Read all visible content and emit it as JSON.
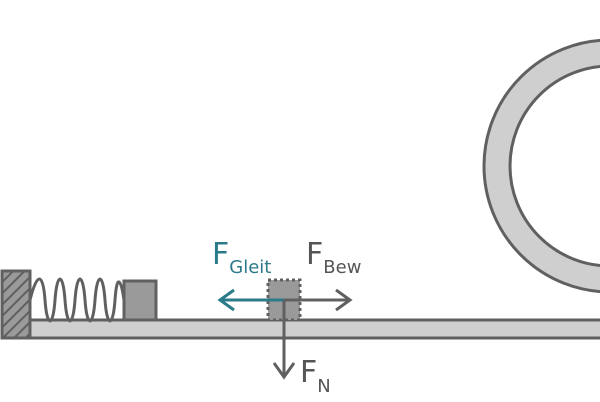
{
  "labels": {
    "friction": {
      "main": "F",
      "sub": "Gleit"
    },
    "motion": {
      "main": "F",
      "sub": "Bew"
    },
    "normal": {
      "main": "F",
      "sub": "N"
    }
  },
  "colors": {
    "outline": "#606060",
    "track_fill": "#cfcfcf",
    "block_fill": "#9a9a9a",
    "friction_arrow": "#2b7a8a",
    "force_arrow": "#606060",
    "label_text": "#555555"
  },
  "icons": {
    "wall": "hatched-wall",
    "spring": "coil-spring",
    "loop": "loop-track"
  }
}
